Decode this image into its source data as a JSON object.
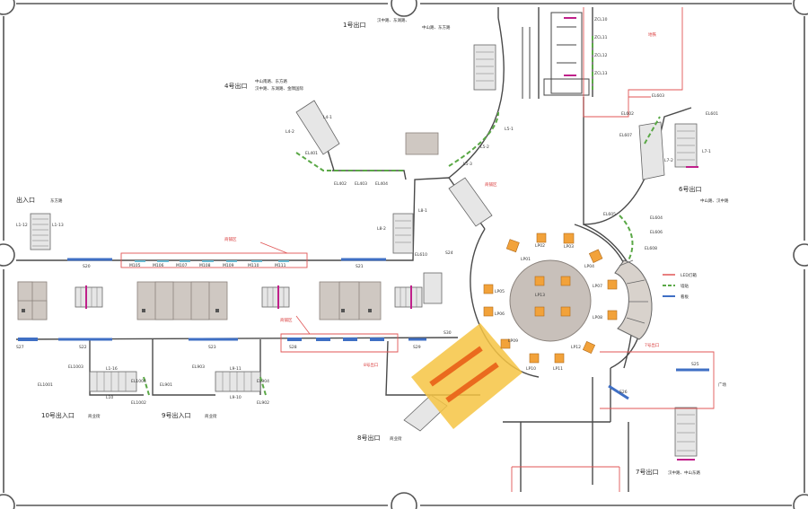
{
  "exits": {
    "exit1": "1号出口",
    "exit1_desc1": "汉中路、东湖路、",
    "exit1_desc2": "中山路、东方路",
    "exit4": "4号出口",
    "exit4_desc1": "中山南路、东方路",
    "exit4_desc2": "汉中路、东湖路、金隅国际",
    "exit6": "6号出口",
    "exit6_desc": "中山路、汉中路",
    "exit7": "7号出口",
    "exit7_desc": "汉中路、中山东路",
    "exit8": "8号出口",
    "exit8_desc": "商业街",
    "exit9": "9号出入口",
    "exit9_desc": "商业街",
    "exit10": "10号出入口",
    "exit10_desc": "商业街",
    "entrance": "出入口",
    "entrance_desc": "东方路",
    "plaza_side": "广场"
  },
  "red_labels": {
    "top_right": "地铁",
    "dl1": "商铺区",
    "dl2": "商铺区",
    "dl3": "商铺区",
    "dl8": "8号出口",
    "dl7": "7号出口"
  },
  "codes": {
    "b1": "ZCL10",
    "b2": "ZCL11",
    "b3": "ZCL12",
    "b4": "ZCL13",
    "el601": "EL601",
    "el602": "EL602",
    "el603": "EL603",
    "el604": "EL604",
    "el605": "EL605",
    "el606": "EL606",
    "el607": "EL607",
    "el608": "EL608",
    "l51": "L5-1",
    "l52": "L5-2",
    "l53": "L5-3",
    "el401": "EL401",
    "el402": "EL402",
    "el403": "EL403",
    "el404": "EL404",
    "l41": "L4-1",
    "l42": "L4-2",
    "l13": "L1-13",
    "l12": "L1-12",
    "el901": "EL901",
    "el902": "EL902",
    "el903": "EL903",
    "el904": "EL904",
    "el1001": "EL1001",
    "el1002": "EL1002",
    "el1003": "EL1003",
    "el1004": "EL1004",
    "l116": "L1-16",
    "l911": "L9-11",
    "l910": "L9-10",
    "l10": "L10",
    "l81": "L8-1",
    "l82": "L8-2",
    "l71": "L7-1",
    "l72": "L7-2",
    "el610": "EL610",
    "s20": "S20",
    "s21": "S21",
    "s22": "S22",
    "s23": "S23",
    "s24": "S24",
    "s25": "S25",
    "s26": "S26",
    "s27": "S27",
    "s28": "S28",
    "s29": "S29",
    "s30": "S30",
    "m": [
      "M105",
      "M106",
      "M107",
      "M108",
      "M109",
      "M110",
      "M111"
    ]
  },
  "booths": {
    "lp1": "LP01",
    "lp2": "LP02",
    "lp3": "LP03",
    "lp4": "LP04",
    "lp5": "LP05",
    "lp6": "LP06",
    "lp7": "LP07",
    "lp8": "LP08",
    "lp9": "LP09",
    "lp10": "LP10",
    "lp11": "LP11",
    "lp12": "LP12",
    "lp13": "LP13"
  },
  "legend": {
    "item1": "LED灯箱",
    "item2": "墙贴",
    "item3": "看板"
  },
  "colors": {
    "wall": "#4a4a4a",
    "advert_red": "#e05555",
    "green_dash": "#5aa846",
    "blue_bar": "#3f6fc4",
    "booth_orange": "#f2a23a",
    "highlight_yellow": "#f6c443",
    "escalator_magenta": "#c0208a",
    "shop_gray": "#cfc8c2",
    "hub_gray": "#c8c0ba"
  }
}
